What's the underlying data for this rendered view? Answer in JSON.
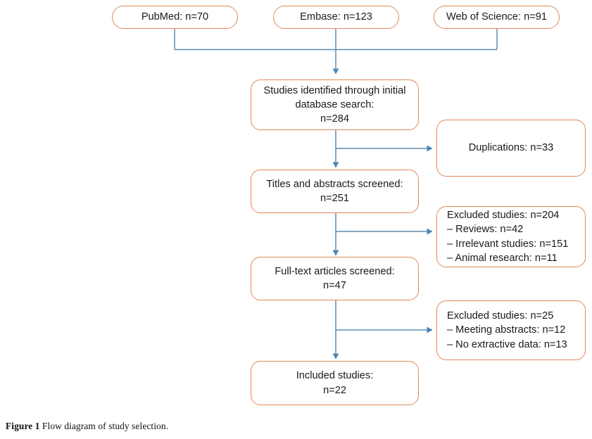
{
  "figure": {
    "caption_label": "Figure 1",
    "caption_text": "Flow diagram of study selection."
  },
  "colors": {
    "box_border": "#e2895b",
    "connector": "#5b8cb0",
    "arrowhead": "#4a86b8",
    "text": "#1a1a1a",
    "background": "#ffffff"
  },
  "diagram": {
    "type": "prisma-flow-diagram",
    "sources": [
      {
        "id": "pubmed",
        "label": "PubMed: n=70",
        "database": "PubMed",
        "n": 70
      },
      {
        "id": "embase",
        "label": "Embase: n=123",
        "database": "Embase",
        "n": 123
      },
      {
        "id": "web-of-science",
        "label": "Web of Science: n=91",
        "database": "Web of Science",
        "n": 91
      }
    ],
    "stages": [
      {
        "id": "identified",
        "label": "Studies identified through initial\ndatabase search:\nn=284",
        "title": "Studies identified through initial database search",
        "n": 284
      },
      {
        "id": "titles-abstracts-screened",
        "label": "Titles and abstracts screened:\nn=251",
        "title": "Titles and abstracts screened",
        "n": 251
      },
      {
        "id": "full-text-screened",
        "label": "Full-text articles screened:\nn=47",
        "title": "Full-text articles screened",
        "n": 47
      },
      {
        "id": "included",
        "label": "Included studies:\nn=22",
        "title": "Included studies",
        "n": 22
      }
    ],
    "exclusions": [
      {
        "id": "duplications",
        "label": "Duplications: n=33",
        "title": "Duplications",
        "n": 33,
        "multiline": false
      },
      {
        "id": "excluded-after-screening",
        "label": "Excluded studies: n=204\n– Reviews: n=42\n– Irrelevant studies: n=151\n– Animal research: n=11",
        "title": "Excluded studies",
        "n": 204,
        "multiline": true,
        "reasons": [
          {
            "label": "Reviews: n=42",
            "reason": "Reviews",
            "n": 42
          },
          {
            "label": "Irrelevant studies: n=151",
            "reason": "Irrelevant studies",
            "n": 151
          },
          {
            "label": "Animal research: n=11",
            "reason": "Animal research",
            "n": 11
          }
        ]
      },
      {
        "id": "excluded-after-fulltext",
        "label": "Excluded studies: n=25\n– Meeting abstracts: n=12\n– No extractive data: n=13",
        "title": "Excluded studies",
        "n": 25,
        "multiline": true,
        "reasons": [
          {
            "label": "Meeting abstracts: n=12",
            "reason": "Meeting abstracts",
            "n": 12
          },
          {
            "label": "No extractive data: n=13",
            "reason": "No extractive data",
            "n": 13
          }
        ]
      }
    ]
  }
}
